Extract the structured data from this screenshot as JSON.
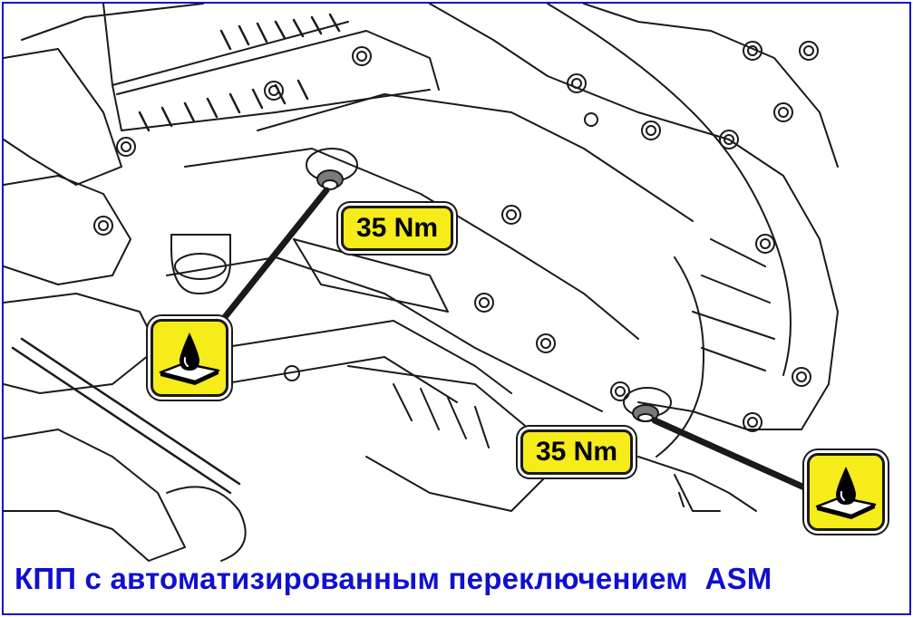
{
  "labels": {
    "torque_1": "35 Nm",
    "torque_2": "35 Nm"
  },
  "icons": {
    "oil_drop_1": "oil-drop-icon",
    "oil_drop_2": "oil-drop-icon"
  },
  "caption": "КПП с автоматизированным переключением  ASM",
  "colors": {
    "label_fill": "#f5ec1a",
    "caption_text": "#1010d0",
    "frame_border": "#1010d0",
    "line_art": "#1a1a1a"
  }
}
